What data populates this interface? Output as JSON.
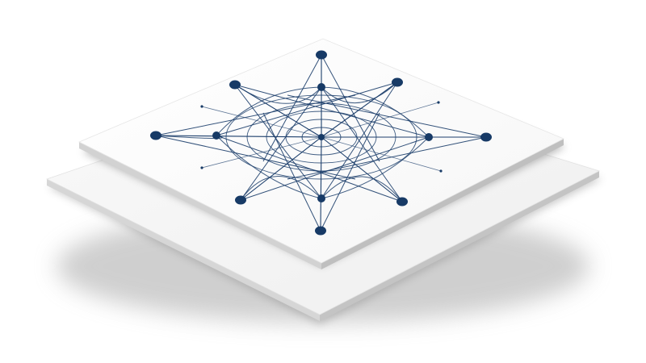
{
  "illustration": {
    "subject": "network-graph-on-stacked-layers",
    "layer_count": 2,
    "node_count": 13,
    "ring_count": 5,
    "colors": {
      "background": "#ffffff",
      "top_layer": "#ffffff",
      "top_layer_edge": "#cfcfcf",
      "bottom_layer": "#fbfbfb",
      "bottom_layer_edge": "#bdbdbd",
      "shadow": "#9a9a9a",
      "network": "#1d3f6c",
      "node": "#173a66"
    }
  }
}
